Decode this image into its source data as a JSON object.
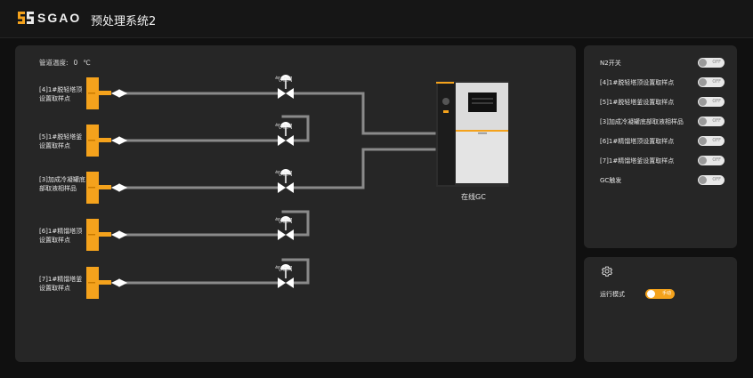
{
  "header": {
    "logo_text": "SGAO",
    "title": "预处理系统2"
  },
  "main": {
    "temperature": {
      "label": "管道温度:",
      "value": "0",
      "unit": "℃"
    },
    "sampling_points": [
      "[4]1#脱轻塔顶设置取样点",
      "[5]1#脱轻塔釜设置取样点",
      "[3]加成冷凝罐底部取液相样品",
      "[6]1#精馏塔顶设置取样点",
      "[7]1#精馏塔釜设置取样点"
    ],
    "valve_label": "气动阀",
    "gc_label": "在线GC"
  },
  "switches": {
    "off_text": "OFF",
    "items": [
      {
        "label": "N2开关",
        "state": "OFF"
      },
      {
        "label": "[4]1#脱轻塔顶设置取样点",
        "state": "OFF"
      },
      {
        "label": "[5]1#脱轻塔釜设置取样点",
        "state": "OFF"
      },
      {
        "label": "[3]加成冷凝罐底部取液相样品",
        "state": "OFF"
      },
      {
        "label": "[6]1#精馏塔顶设置取样点",
        "state": "OFF"
      },
      {
        "label": "[7]1#精馏塔釜设置取样点",
        "state": "OFF"
      },
      {
        "label": "GC触发",
        "state": "OFF"
      }
    ]
  },
  "mode": {
    "label": "运行模式",
    "value": "手动",
    "accent": "#f4a21c"
  },
  "colors": {
    "pipe": "#8a8a8a",
    "vessel": "#f4a21c",
    "panel": "#262626"
  }
}
